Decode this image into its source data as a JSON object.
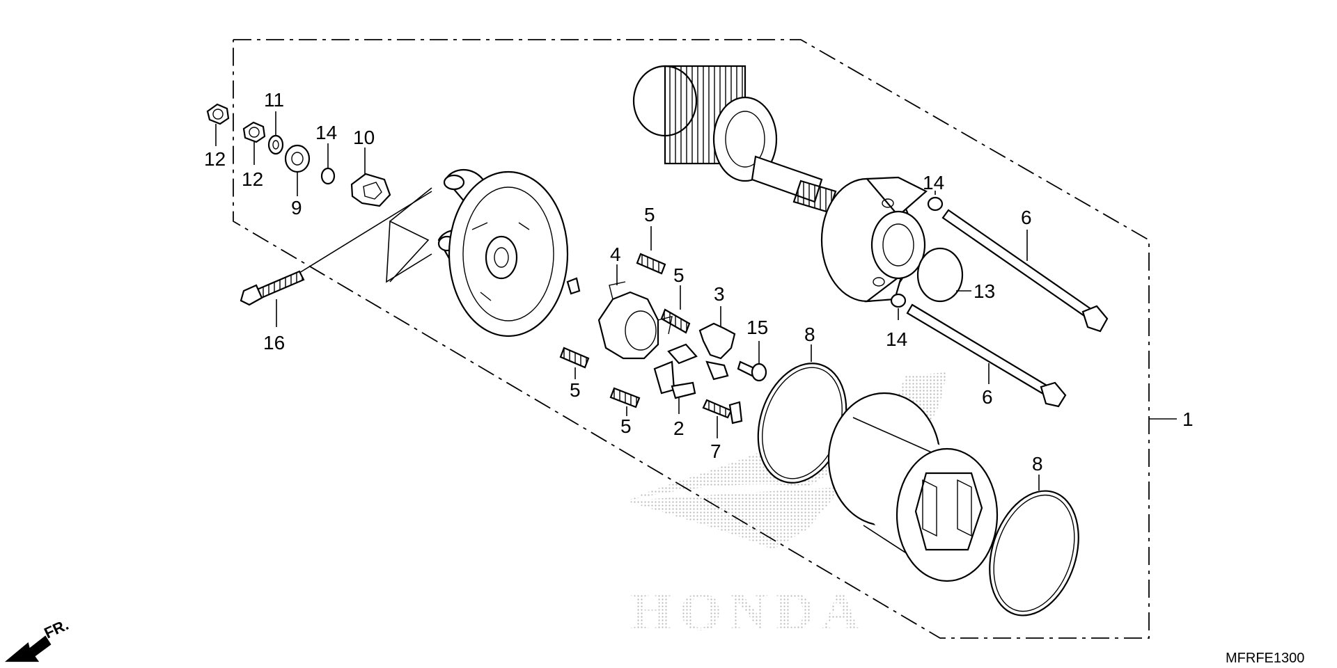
{
  "diagram_code": "MFRFE1300",
  "direction_label": "FR.",
  "watermark_text": "HONDA",
  "colors": {
    "line": "#000000",
    "background": "#ffffff",
    "watermark": "#b8b8b8"
  },
  "callouts": {
    "c1": "1",
    "c2": "2",
    "c3": "3",
    "c4": "4",
    "c5a": "5",
    "c5b": "5",
    "c5c": "5",
    "c5d": "5",
    "c6a": "6",
    "c6b": "6",
    "c7": "7",
    "c8a": "8",
    "c8b": "8",
    "c9": "9",
    "c10": "10",
    "c11": "11",
    "c12a": "12",
    "c12b": "12",
    "c13": "13",
    "c14a": "14",
    "c14b": "14",
    "c14c": "14",
    "c15": "15",
    "c16": "16"
  }
}
